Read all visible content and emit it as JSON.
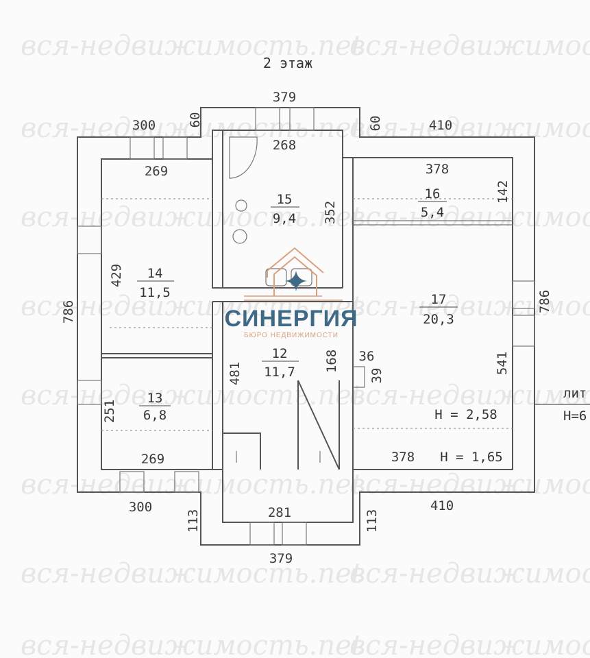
{
  "title": "2 этаж",
  "watermark": "вся-недвижимость.net",
  "logo": {
    "name": "СИНЕРГИЯ",
    "subtitle": "БЮРО НЕДВИЖИМОСТИ"
  },
  "dimensions": {
    "top_center": "379",
    "top_left": "300",
    "top_left_offset": "60",
    "top_right_offset": "60",
    "top_right": "410",
    "bath_width": "268",
    "room14_width": "269",
    "room16_width": "378",
    "bath_height": "352",
    "room16_height": "142",
    "room14_height": "429",
    "left_total": "786",
    "right_total": "786",
    "hall_height": "168",
    "niche_w": "36",
    "niche_h": "39",
    "room12_height": "481",
    "room17_height": "541",
    "room13_height": "251",
    "room13_width": "269",
    "bottom_right_inner": "378",
    "bottom_left": "300",
    "bottom_left_offset": "113",
    "bottom_center_inner": "281",
    "bottom_right_offset": "113",
    "bottom_right": "410",
    "bottom_center": "379"
  },
  "rooms": [
    {
      "number": "15",
      "area": "9,4"
    },
    {
      "number": "16",
      "area": "5,4"
    },
    {
      "number": "14",
      "area": "11,5"
    },
    {
      "number": "17",
      "area": "20,3"
    },
    {
      "number": "12",
      "area": "11,7"
    },
    {
      "number": "13",
      "area": "6,8"
    }
  ],
  "heights": {
    "main": "H = 2,58",
    "low": "H = 1,65"
  },
  "side_note": {
    "label": "лит",
    "height": "H=6"
  }
}
